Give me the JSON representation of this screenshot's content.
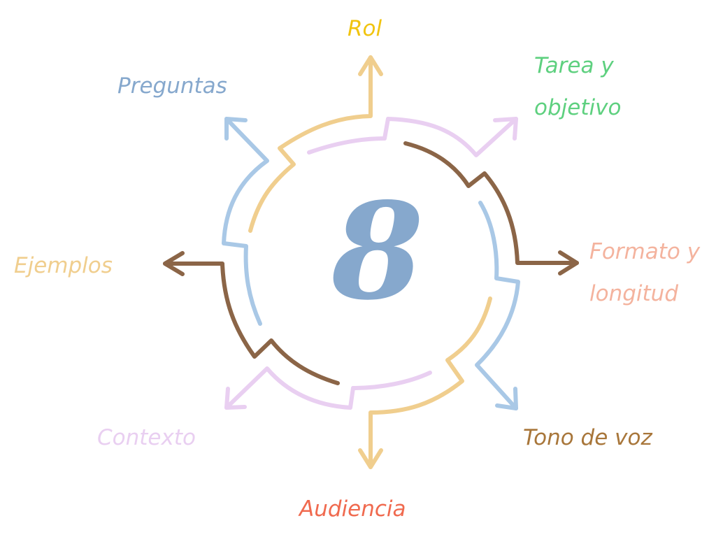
{
  "center_number": "8",
  "colors": {
    "yellow": "#F0CE8E",
    "lilac": "#E9CFF1",
    "brown": "#8B6547",
    "blue": "#A9C8E6",
    "numeral": "#86A8CD"
  },
  "labels": {
    "rol": {
      "text": "Rol",
      "color": "#F1C40F"
    },
    "tarea": {
      "text": "Tarea y objetivo",
      "color": "#5ED07F"
    },
    "formato": {
      "text": "Formato y longitud",
      "color": "#F4B39E"
    },
    "tono": {
      "text": "Tono de voz",
      "color": "#A8763A"
    },
    "audiencia": {
      "text": "Audiencia",
      "color": "#F06A4F"
    },
    "contexto": {
      "text": "Contexto",
      "color": "#E9CFF1"
    },
    "ejemplos": {
      "text": "Ejemplos",
      "color": "#F0CE8E"
    },
    "preguntas": {
      "text": "Preguntas",
      "color": "#86A8CD"
    }
  }
}
